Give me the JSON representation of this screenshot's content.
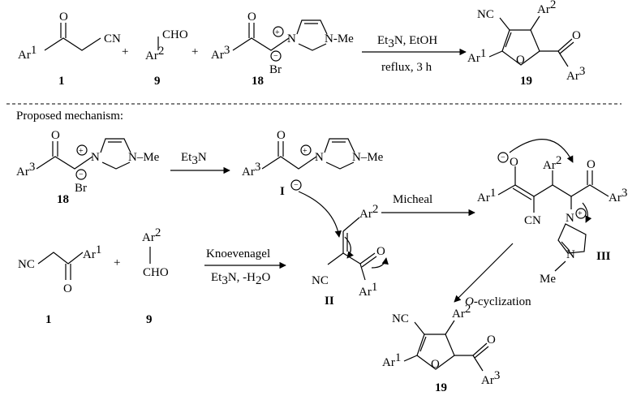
{
  "reaction": {
    "reactant_1": {
      "label": "1",
      "ar": "Ar1",
      "group": "CN"
    },
    "reactant_9": {
      "label": "9",
      "cho": "CHO",
      "ar": "Ar2"
    },
    "reactant_18": {
      "label": "18",
      "ar": "Ar3",
      "substituent": "N-Me",
      "counterion": "Br"
    },
    "plus": "+",
    "conditions_top": "Et3N, EtOH",
    "conditions_bottom": "reflux, 3 h",
    "product": {
      "label": "19",
      "nc": "NC",
      "ar1": "Ar1",
      "ar2": "Ar2",
      "ar3": "Ar3"
    }
  },
  "mechanism": {
    "title": "Proposed mechanism:",
    "step1_reagent": "Et3N",
    "intermediate_I": "I",
    "intermediate_II": "II",
    "intermediate_III": "III",
    "step2_name": "Knoevenagel",
    "step2_reagents": "Et3N, -H2O",
    "step3_name": "Micheal",
    "step4_name": "O-cyclization"
  }
}
